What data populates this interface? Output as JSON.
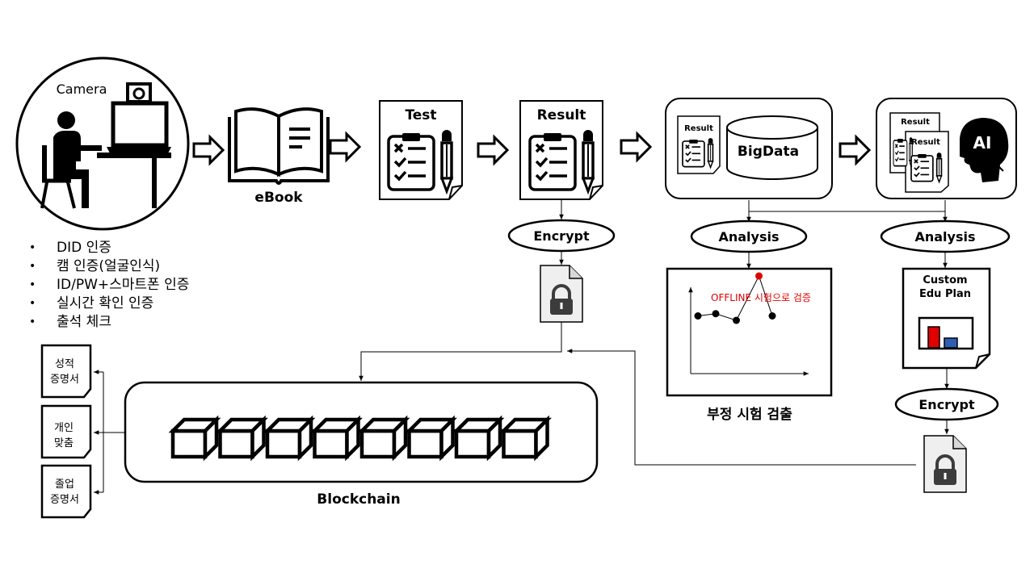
{
  "camera": {
    "label": "Camera"
  },
  "ebook": {
    "label": "eBook"
  },
  "test": {
    "label": "Test"
  },
  "result": {
    "label": "Result"
  },
  "bigdata_box": {
    "result_label": "Result",
    "db_label": "BigData"
  },
  "ai_box": {
    "result_label_back": "Result",
    "result_label_front": "Result",
    "ai_label": "AI"
  },
  "encrypt_left": {
    "label": "Encrypt"
  },
  "encrypt_right": {
    "label": "Encrypt"
  },
  "analysis_left": {
    "label": "Analysis"
  },
  "analysis_right": {
    "label": "Analysis"
  },
  "auth_methods": [
    "DID 인증",
    "캠 인증(얼굴인식)",
    "ID/PW+스마트폰 인증",
    "실시간 확인 인증",
    "출석 체크"
  ],
  "offline_chart": {
    "annotation": "OFFLINE 시험으로 검증",
    "caption": "부정 시험 검출",
    "highlight_color": "#e00000"
  },
  "chart_data": {
    "type": "line",
    "title": "",
    "xlabel": "",
    "ylabel": "",
    "x": [
      1,
      2,
      3,
      4,
      5
    ],
    "series": [
      {
        "values": [
          2.6,
          2.7,
          2.4,
          4.4,
          2.6
        ]
      }
    ],
    "highlight_index": 3
  },
  "custom_plan": {
    "line1": "Custom",
    "line2": "Edu Plan"
  },
  "blockchain": {
    "label": "Blockchain",
    "block_count": 8
  },
  "certificates": [
    {
      "line1": "성적",
      "line2": "증명서"
    },
    {
      "line1": "개인",
      "line2": "맞춤"
    },
    {
      "line1": "졸업",
      "line2": "증명서"
    }
  ],
  "colors": {
    "red": "#e00000",
    "blue": "#2f5fb3",
    "lock_body": "#3c3c3c",
    "lock_doc": "#efefef"
  }
}
